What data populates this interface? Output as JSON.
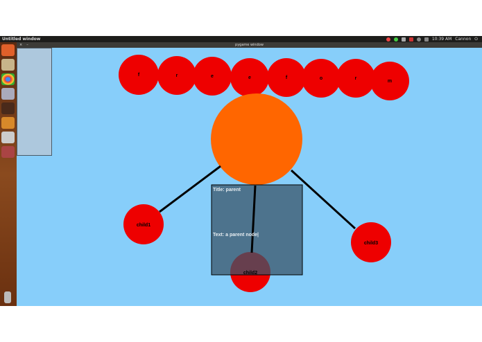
{
  "topbar": {
    "title": "Untitled window",
    "time": "10:39 AM",
    "user": "Cannon"
  },
  "window": {
    "title": "pygame window",
    "close": "×",
    "minimize": "–"
  },
  "launcher": {
    "icons": [
      "ubuntu-dash-icon",
      "files-icon",
      "chrome-icon",
      "workspaces-icon",
      "text-editor-icon",
      "app-icon",
      "window-icon",
      "spreadsheet-icon",
      "trash-icon"
    ]
  },
  "letters": [
    "f",
    "r",
    "e",
    "e",
    "f",
    "o",
    "r",
    "m"
  ],
  "parent": {
    "title": "Title: parent",
    "text": "Text: a parent node|"
  },
  "children": [
    "child1",
    "child2",
    "child3"
  ],
  "colors": {
    "node": "#ee0000",
    "parent": "#ff6600",
    "canvas": "#87cefa",
    "panel": "#3a5468"
  }
}
